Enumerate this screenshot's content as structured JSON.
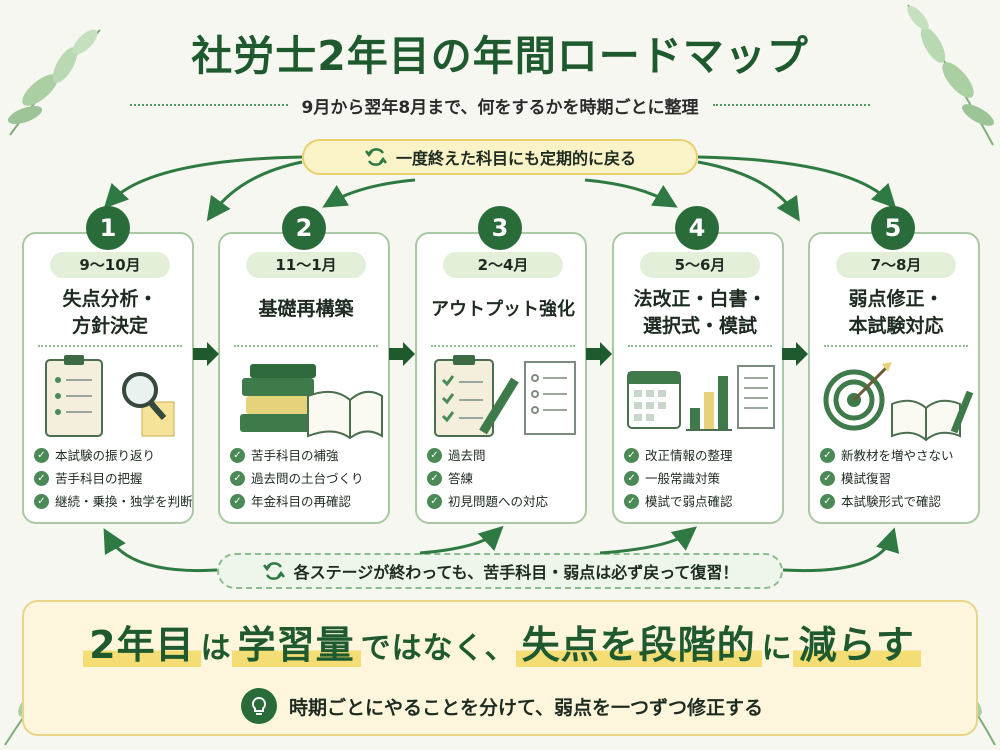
{
  "title": "社労士2年目の年間ロードマップ",
  "subtitle": "9月から翌年8月まで、何をするかを時期ごとに整理",
  "top_note": "一度終えた科目にも定期的に戻る",
  "bottom_note": "各ステージが終わっても、苦手科目・弱点は必ず戻って復習！",
  "stages": [
    {
      "num": "1",
      "period": "9～10月",
      "title": "失点分析・\n方針決定",
      "tasks": [
        "本試験の振り返り",
        "苦手科目の把握",
        "継続・乗換・独学を判断"
      ],
      "illustration": "clipboard-magnifier-icon"
    },
    {
      "num": "2",
      "period": "11～1月",
      "title": "基礎再構築",
      "tasks": [
        "苦手科目の補強",
        "過去問の土台づくり",
        "年金科目の再確認"
      ],
      "illustration": "books-icon"
    },
    {
      "num": "3",
      "period": "2～4月",
      "title": "アウトプット強化",
      "tasks": [
        "過去問",
        "答練",
        "初見問題への対応"
      ],
      "illustration": "checklist-pencil-icon"
    },
    {
      "num": "4",
      "period": "5～6月",
      "title": "法改正・白書・\n選択式・模試",
      "tasks": [
        "改正情報の整理",
        "一般常識対策",
        "模試で弱点確認"
      ],
      "illustration": "calendar-chart-icon"
    },
    {
      "num": "5",
      "period": "7～8月",
      "title": "弱点修正・\n本試験対応",
      "tasks": [
        "新教材を増やさない",
        "模試復習",
        "本試験形式で確認"
      ],
      "illustration": "target-book-icon"
    }
  ],
  "summary": {
    "main_pre": "2年目",
    "main_mid1": "は",
    "main_hl1": "学習量",
    "main_mid2": "ではなく、",
    "main_hl2": "失点を段階的",
    "main_mid3": "に",
    "main_hl3": "減らす",
    "sub": "時期ごとにやることを分けて、弱点を一つずつ修正する"
  },
  "colors": {
    "accent": "#2a6b3a",
    "highlight": "#f3dd74",
    "card_border": "#a9c9a5"
  }
}
